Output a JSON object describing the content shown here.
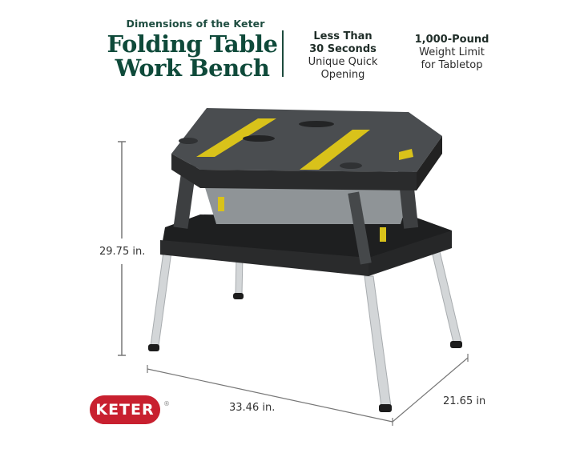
{
  "header": {
    "kicker": "Dimensions of the Keter",
    "title_line1": "Folding Table",
    "title_line2": "Work Bench"
  },
  "features": [
    {
      "bold_line1": "Less Than",
      "bold_line2": "30 Seconds",
      "line1": "Unique Quick",
      "line2": "Opening"
    },
    {
      "bold_line1": "1,000-Pound",
      "line1": "Weight Limit",
      "line2": "for Tabletop"
    }
  ],
  "dimensions": {
    "height": "29.75 in.",
    "width": "33.46 in.",
    "depth": "21.65 in"
  },
  "brand": {
    "logo_text": "KETER",
    "registered": "®",
    "logo_color": "#c8202f"
  },
  "colors": {
    "title_green": "#0f4a3a",
    "tabletop": "#3a3d3f",
    "accent_yellow": "#d9c21a",
    "legs": "#c9ccce"
  }
}
